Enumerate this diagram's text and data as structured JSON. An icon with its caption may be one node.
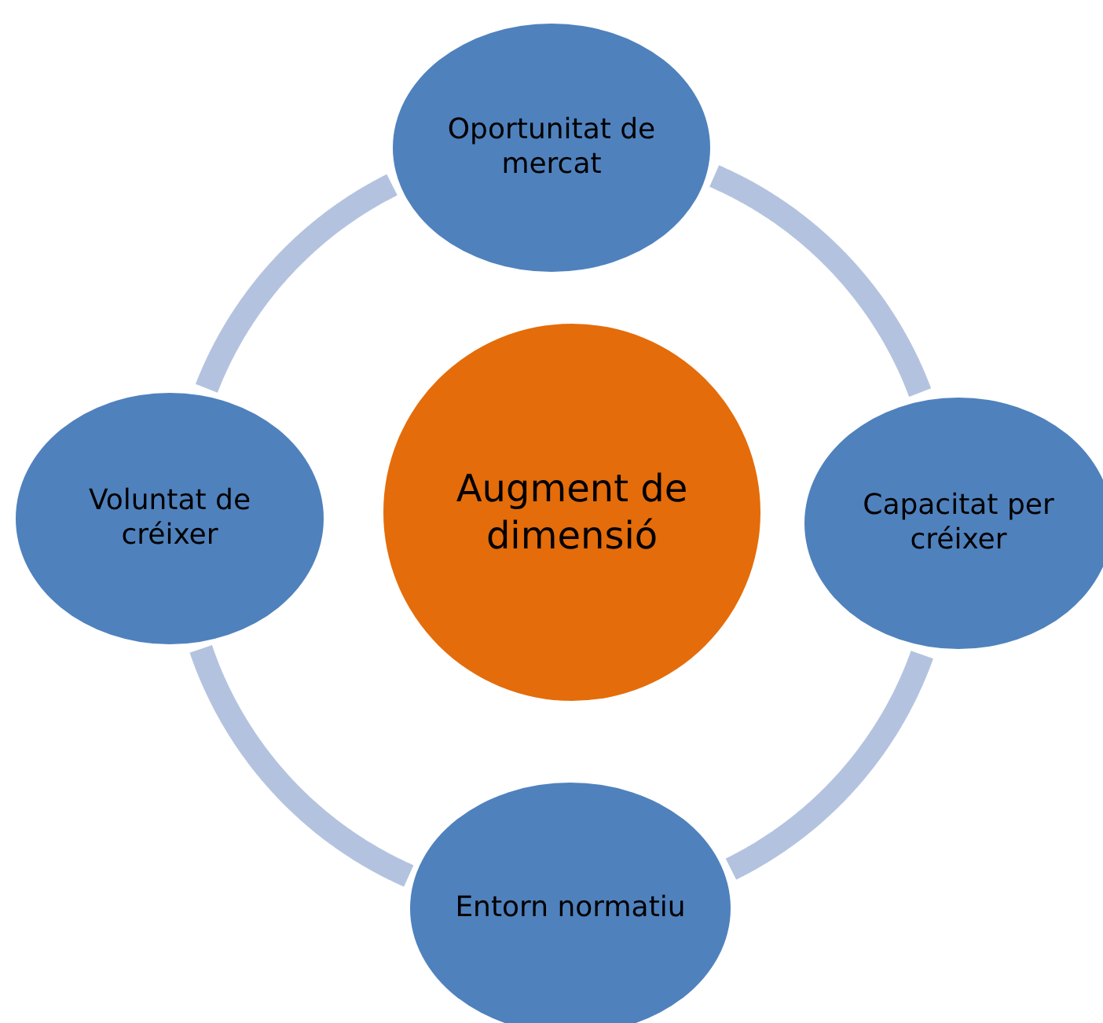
{
  "diagram": {
    "nodes": [
      {
        "text": [
          "Oportunitat de mercat"
        ]
      },
      {
        "text": [
          "Voluntat de créixer"
        ]
      },
      {
        "text": [
          "Augment de dimensió"
        ]
      },
      {
        "text": [
          "Capacitat per créixer"
        ]
      },
      {
        "text": [
          "Entorn normatiu"
        ]
      }
    ],
    "edges": [
      {
        "from": 0,
        "to": 3,
        "arrow": "none"
      },
      {
        "from": 3,
        "to": 4,
        "arrow": "none"
      },
      {
        "from": 4,
        "to": 1,
        "arrow": "none"
      },
      {
        "from": 1,
        "to": 0,
        "arrow": "none"
      }
    ]
  }
}
